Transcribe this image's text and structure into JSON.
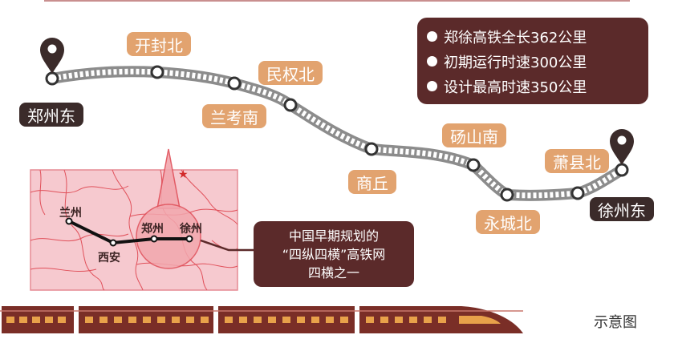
{
  "stations": {
    "zhengzhou_east": "郑州东",
    "kaifeng_north": "开封北",
    "lankao_south": "兰考南",
    "minquan_north": "民权北",
    "shangqiu": "商丘",
    "dangshan_south": "砀山南",
    "yongcheng_north": "永城北",
    "xiaoxian_north": "萧县北",
    "xuzhou_east": "徐州东"
  },
  "info": {
    "items": [
      "郑徐高铁全长362公里",
      "初期运行时速300公里",
      "设计最高时速350公里"
    ]
  },
  "inset": {
    "cities": {
      "lanzhou": "兰州",
      "xian": "西安",
      "zhengzhou": "郑州",
      "xuzhou": "徐州"
    }
  },
  "plan_note": {
    "line1": "中国早期规划的",
    "line2": "“四纵四横”高铁网",
    "line3": "四横之一"
  },
  "legend_note": "示意图",
  "colors": {
    "route_gray": "#8a8a8a",
    "label_tan": "#e2a36f",
    "box_maroon": "#5b2a2a",
    "pin_dark": "#3b2b2a",
    "inset_bg": "#f6c9cf",
    "inset_border": "#e0505a",
    "train": "#7a2e27",
    "train_window": "#e8a14a"
  }
}
